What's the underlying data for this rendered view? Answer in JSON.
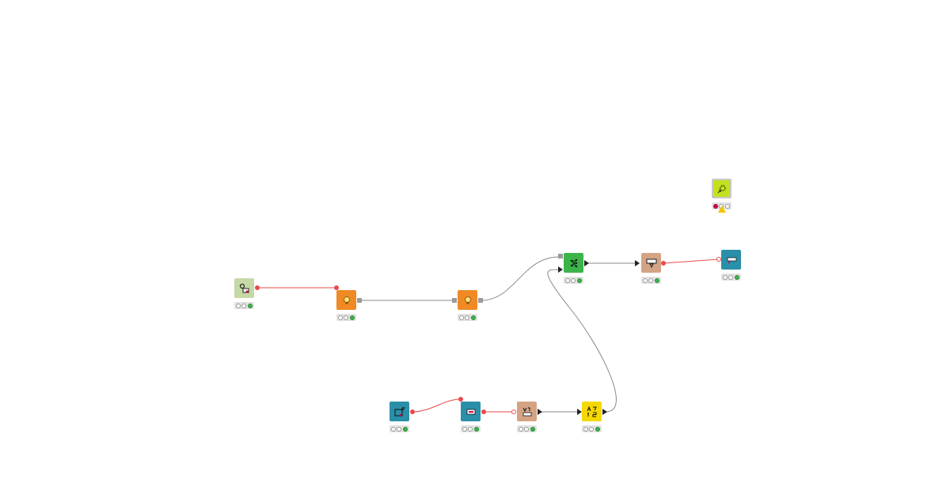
{
  "colors": {
    "table_link": "#e84b4b",
    "flow_link": "#888888",
    "model_link": "#888888",
    "status_bar": "#e2e2e2",
    "status_green": "#3cb44a",
    "status_red": "#d9004c",
    "warning": "#f5c400"
  },
  "nodes": [
    {
      "id": "data-generator",
      "color": "#c4d9a5",
      "icon": "data-generator-icon",
      "status": "green"
    },
    {
      "id": "learner-1",
      "color": "#f08a24",
      "icon": "lightbulb-icon",
      "status": "green"
    },
    {
      "id": "learner-2",
      "color": "#f08a24",
      "icon": "lightbulb-icon",
      "status": "green"
    },
    {
      "id": "predictor",
      "color": "#3bb54a",
      "icon": "neural-predictor-icon",
      "status": "green"
    },
    {
      "id": "column-filter",
      "color": "#d4a384",
      "icon": "filter-icon",
      "status": "green"
    },
    {
      "id": "table-view",
      "color": "#2a8fa8",
      "icon": "table-view-icon",
      "status": "green"
    },
    {
      "id": "component",
      "color": "#c5e01f",
      "icon": "component-lightbulb-icon",
      "status": "red",
      "warning": true
    },
    {
      "id": "file-reader",
      "color": "#2a8fa8",
      "icon": "file-reader-icon",
      "status": "green"
    },
    {
      "id": "row-filter",
      "color": "#2a8fa8",
      "icon": "row-filter-icon",
      "status": "green"
    },
    {
      "id": "variable-node",
      "color": "#d4a384",
      "icon": "variable-icon",
      "status": "green"
    },
    {
      "id": "string-manipulation",
      "color": "#f5d800",
      "icon": "string-manipulation-icon",
      "status": "green"
    }
  ]
}
